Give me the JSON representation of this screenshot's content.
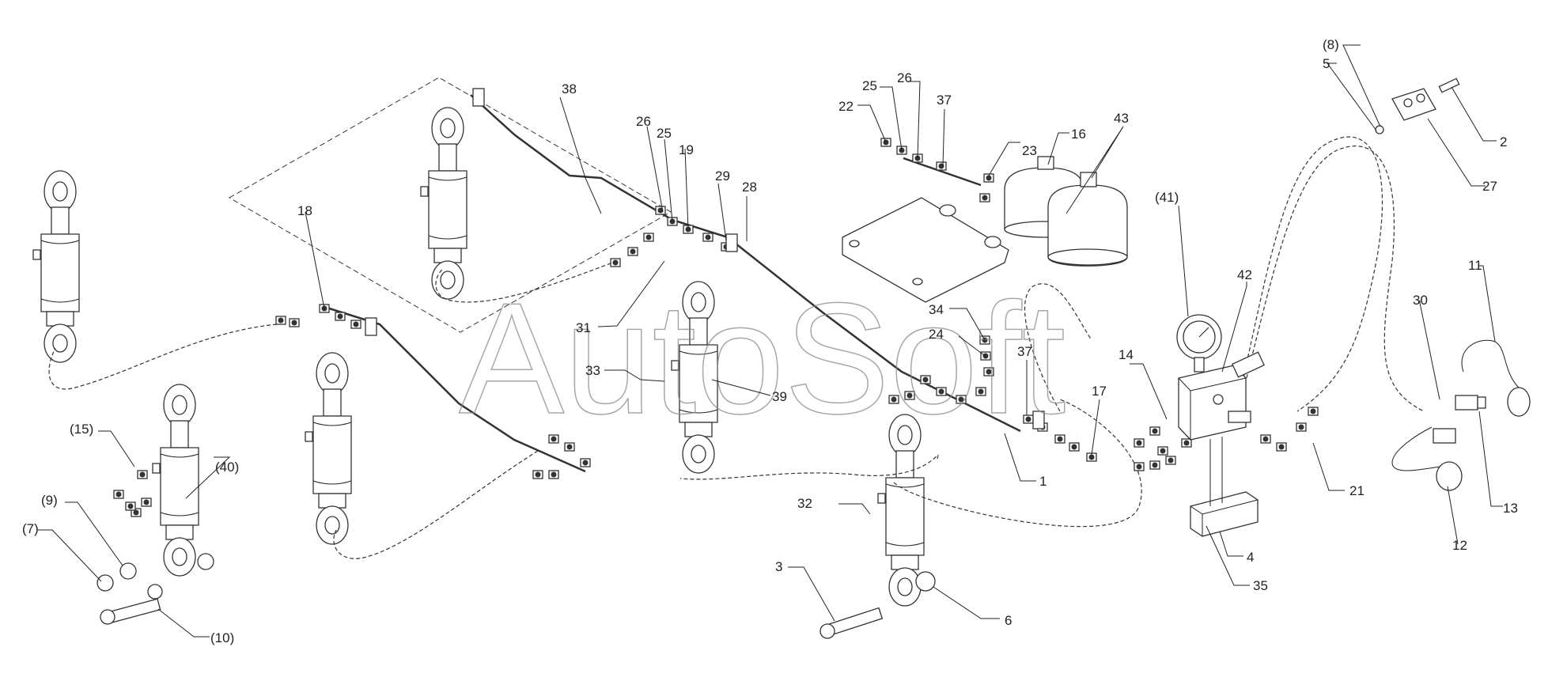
{
  "watermark": "AutoSoft",
  "callouts": [
    {
      "id": "c38",
      "text": "38"
    },
    {
      "id": "c26a",
      "text": "26"
    },
    {
      "id": "c25a",
      "text": "25"
    },
    {
      "id": "c19",
      "text": "19"
    },
    {
      "id": "c29",
      "text": "29"
    },
    {
      "id": "c28",
      "text": "28"
    },
    {
      "id": "c18",
      "text": "18"
    },
    {
      "id": "c31",
      "text": "31"
    },
    {
      "id": "c33",
      "text": "33"
    },
    {
      "id": "c39",
      "text": "39"
    },
    {
      "id": "c15",
      "text": "(15)"
    },
    {
      "id": "c40",
      "text": "(40)"
    },
    {
      "id": "c9",
      "text": "(9)"
    },
    {
      "id": "c7",
      "text": "(7)"
    },
    {
      "id": "c10",
      "text": "(10)"
    },
    {
      "id": "c22",
      "text": "22"
    },
    {
      "id": "c25b",
      "text": "25"
    },
    {
      "id": "c26b",
      "text": "26"
    },
    {
      "id": "c37a",
      "text": "37"
    },
    {
      "id": "c23",
      "text": "23"
    },
    {
      "id": "c16",
      "text": "16"
    },
    {
      "id": "c43",
      "text": "43"
    },
    {
      "id": "c34",
      "text": "34"
    },
    {
      "id": "c24",
      "text": "24"
    },
    {
      "id": "c37b",
      "text": "37"
    },
    {
      "id": "c17",
      "text": "17"
    },
    {
      "id": "c14",
      "text": "14"
    },
    {
      "id": "c1",
      "text": "1"
    },
    {
      "id": "c32",
      "text": "32"
    },
    {
      "id": "c3",
      "text": "3"
    },
    {
      "id": "c6",
      "text": "6"
    },
    {
      "id": "c41",
      "text": "(41)"
    },
    {
      "id": "c42",
      "text": "42"
    },
    {
      "id": "c4",
      "text": "4"
    },
    {
      "id": "c35",
      "text": "35"
    },
    {
      "id": "c21",
      "text": "21"
    },
    {
      "id": "c8",
      "text": "(8)"
    },
    {
      "id": "c5",
      "text": "5"
    },
    {
      "id": "c2",
      "text": "2"
    },
    {
      "id": "c27",
      "text": "27"
    },
    {
      "id": "c11",
      "text": "11"
    },
    {
      "id": "c30",
      "text": "30"
    },
    {
      "id": "c13",
      "text": "13"
    },
    {
      "id": "c12",
      "text": "12"
    }
  ]
}
